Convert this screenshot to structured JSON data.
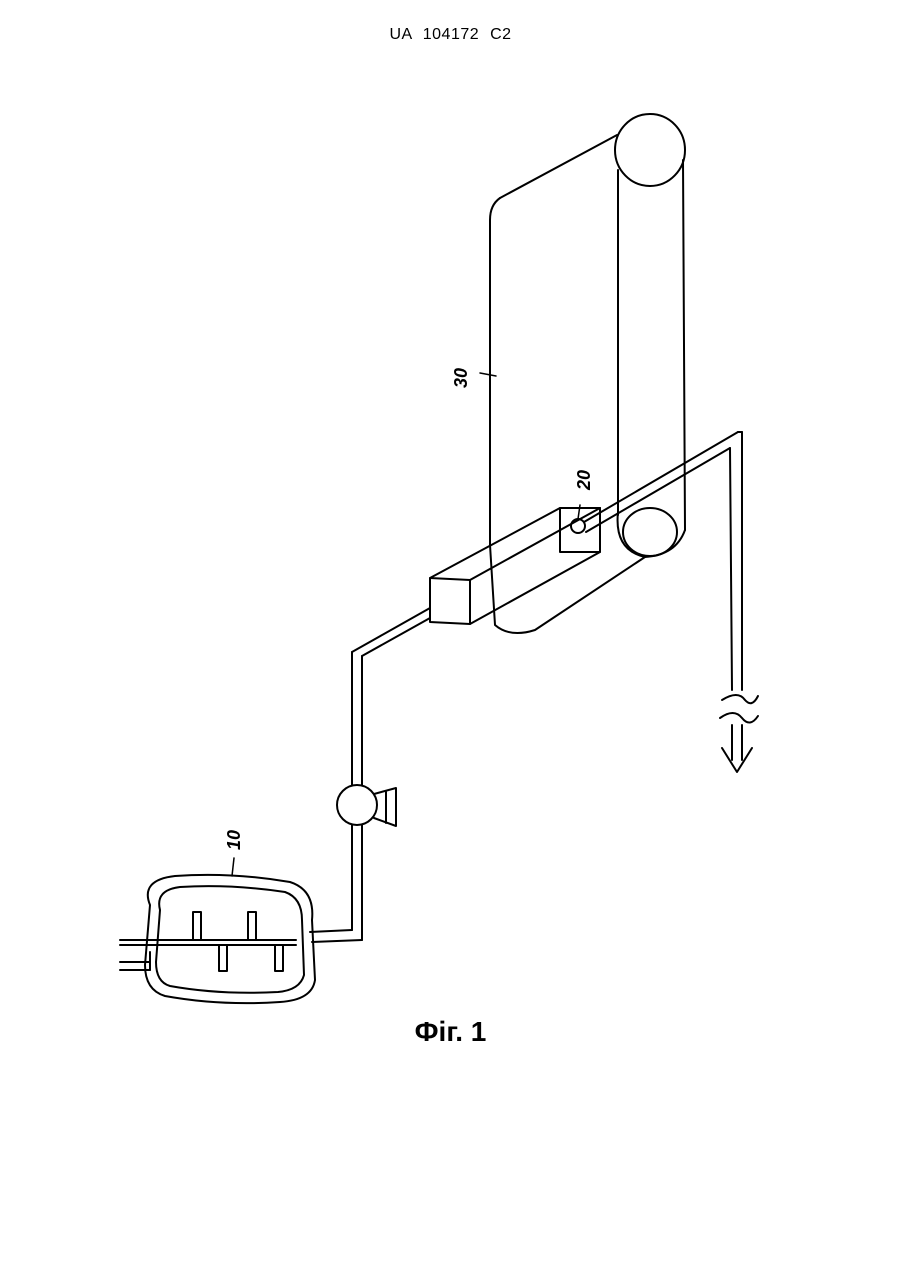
{
  "header": {
    "patent_number": "UA   104172   C2"
  },
  "figure": {
    "caption": "Фіг. 1",
    "ref_labels": {
      "vessel": "10",
      "applicator": "20",
      "conveyor": "30"
    }
  }
}
